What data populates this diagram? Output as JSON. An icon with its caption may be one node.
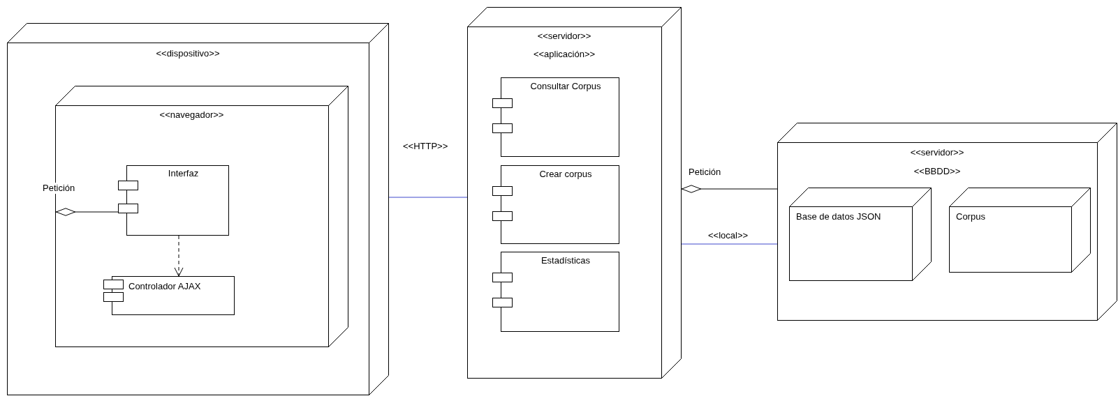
{
  "diagram": {
    "nodes": [
      {
        "text": [
          "<<dispositivo>>"
        ]
      },
      {
        "text": [
          "<<navegador>>"
        ],
        "in": 0
      },
      {
        "text": [
          "Interfaz"
        ],
        "in": 1
      },
      {
        "text": [
          "Controlador AJAX"
        ],
        "in": 1
      },
      {
        "text": [
          "<<servidor>>",
          "<<aplicación>>"
        ]
      },
      {
        "text": [
          "Consultar Corpus"
        ],
        "in": 4
      },
      {
        "text": [
          "Crear corpus"
        ],
        "in": 4
      },
      {
        "text": [
          "Estadísticas"
        ],
        "in": 4
      },
      {
        "text": [
          "<<servidor>>",
          "<<BBDD>>"
        ]
      },
      {
        "text": [
          "Base de datos JSON"
        ],
        "in": 8
      },
      {
        "text": [
          "Corpus"
        ],
        "in": 8
      }
    ],
    "edges": [
      {
        "from": 0,
        "to": 4,
        "arrow": "none",
        "color": "#3f48cc"
      },
      {
        "from": 4,
        "to": 8,
        "arrow": "none",
        "label": "<<local>>",
        "color": "#3f48cc"
      },
      {
        "from": 2,
        "to": 3,
        "arrow": "to",
        "style": "dashed"
      },
      {
        "from": null,
        "to": 2,
        "arrow": "other"
      },
      {
        "from": 4,
        "to": 8,
        "arrow": "other"
      }
    ],
    "labels": [
      "<<HTTP>>",
      "Petición",
      "Petición"
    ]
  }
}
